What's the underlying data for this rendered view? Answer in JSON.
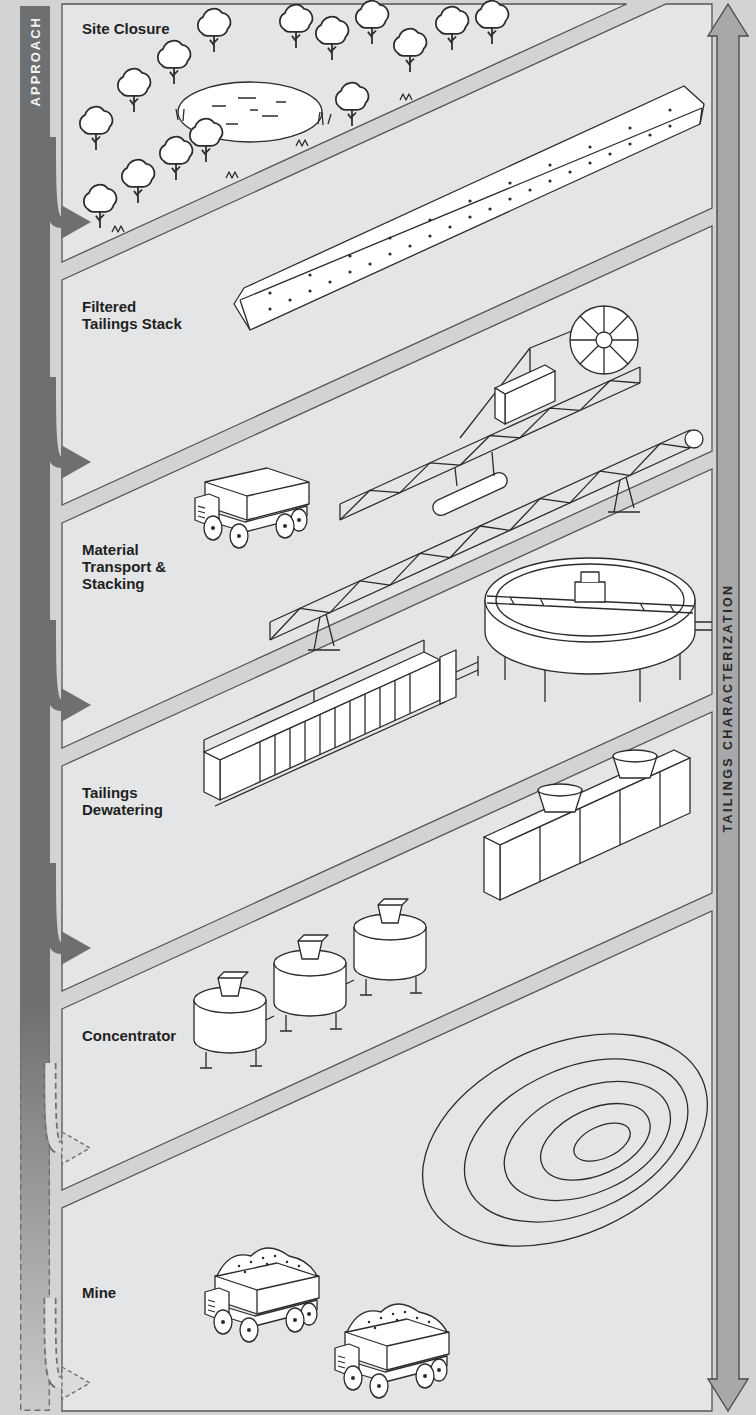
{
  "diagram": {
    "nodes": [
      {
        "text": [
          "APPROACH"
        ]
      },
      {
        "text": [
          "Site Closure"
        ]
      },
      {
        "text": [
          "Filtered Tailings Stack"
        ]
      },
      {
        "text": [
          "Material Transport & Stacking"
        ]
      },
      {
        "text": [
          "Tailings Dewatering"
        ]
      },
      {
        "text": [
          "Concentrator"
        ]
      },
      {
        "text": [
          "Mine"
        ]
      },
      {
        "text": [
          "TAILINGS CHARACTERIZATION"
        ]
      }
    ],
    "edges": [
      {
        "from": 0,
        "to": 1,
        "arrow": "to"
      },
      {
        "from": 0,
        "to": 2,
        "arrow": "to"
      },
      {
        "from": 0,
        "to": 3,
        "arrow": "to"
      },
      {
        "from": 0,
        "to": 4,
        "arrow": "to"
      },
      {
        "from": 0,
        "to": 5,
        "arrow": "to"
      },
      {
        "from": 0,
        "to": 6,
        "arrow": "to"
      }
    ]
  }
}
